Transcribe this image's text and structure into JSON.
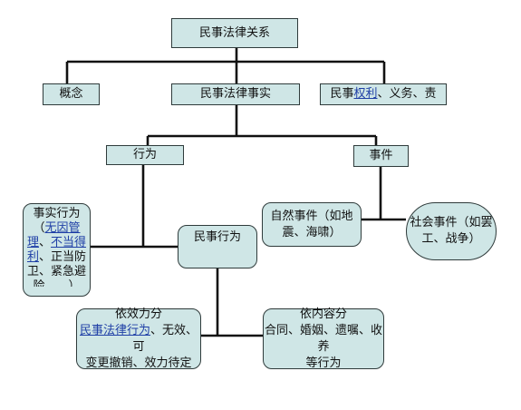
{
  "nodes": {
    "root": "民事法律关系",
    "concept": "概念",
    "facts": "民事法律事实",
    "rights": {
      "pre": "民事",
      "link": "权利",
      "post": "、义务、责"
    },
    "behavior": "行为",
    "event": "事件",
    "factual_act": {
      "line1": "事实行为",
      "line2_pre": "（",
      "line2_link": "无因管",
      "line3_link1": "理",
      "line3_mid": "、",
      "line3_link2": "不当得",
      "line4_link": "利",
      "line4_post": "、正当防",
      "line5": "卫、紧急避",
      "line6": "险……）"
    },
    "civil_act": "民事行为",
    "natural_event": {
      "line1": "自然事件（如地",
      "line2": "震、海啸）"
    },
    "social_event": {
      "line1": "社会事件（如罢",
      "line2": "工、战争）"
    },
    "by_effect": {
      "line1": "依效力分",
      "line2_link": "民事法律行为",
      "line2_post": "、无效、可",
      "line3": "变更撤销、效力待定"
    },
    "by_content": {
      "line1": "依内容分",
      "line2": "合同、婚姻、遗嘱、收养",
      "line3": "等行为"
    }
  },
  "colors": {
    "node_fill": "#cfe6e6",
    "line": "#111111",
    "link_text": "#1f3fa6"
  }
}
